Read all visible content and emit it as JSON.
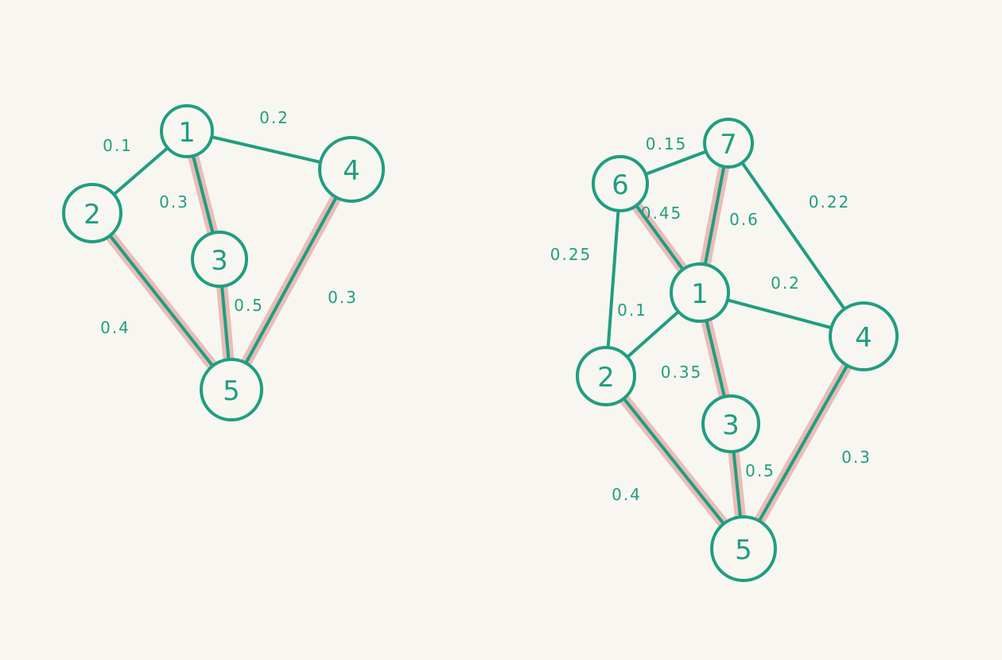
{
  "colors": {
    "background": "#f8f6f1",
    "ink": "#1f9e80",
    "highlight": "#e8b3ad"
  },
  "graphs": [
    {
      "nodes": [
        {
          "id": "1",
          "label": "1"
        },
        {
          "id": "2",
          "label": "2"
        },
        {
          "id": "3",
          "label": "3"
        },
        {
          "id": "4",
          "label": "4"
        },
        {
          "id": "5",
          "label": "5"
        }
      ],
      "edges": [
        {
          "from": "1",
          "to": "2",
          "weight": "0.1",
          "highlighted": false
        },
        {
          "from": "1",
          "to": "4",
          "weight": "0.2",
          "highlighted": false
        },
        {
          "from": "1",
          "to": "3",
          "weight": "0.3",
          "highlighted": true
        },
        {
          "from": "2",
          "to": "5",
          "weight": "0.4",
          "highlighted": true
        },
        {
          "from": "3",
          "to": "5",
          "weight": "0.5",
          "highlighted": true
        },
        {
          "from": "4",
          "to": "5",
          "weight": "0.3",
          "highlighted": true
        }
      ]
    },
    {
      "nodes": [
        {
          "id": "1",
          "label": "1"
        },
        {
          "id": "2",
          "label": "2"
        },
        {
          "id": "3",
          "label": "3"
        },
        {
          "id": "4",
          "label": "4"
        },
        {
          "id": "5",
          "label": "5"
        },
        {
          "id": "6",
          "label": "6"
        },
        {
          "id": "7",
          "label": "7"
        }
      ],
      "edges": [
        {
          "from": "6",
          "to": "7",
          "weight": "0.15",
          "highlighted": false
        },
        {
          "from": "6",
          "to": "1",
          "weight": "0.45",
          "highlighted": true
        },
        {
          "from": "7",
          "to": "1",
          "weight": "0.6",
          "highlighted": true
        },
        {
          "from": "7",
          "to": "4",
          "weight": "0.22",
          "highlighted": false
        },
        {
          "from": "6",
          "to": "2",
          "weight": "0.25",
          "highlighted": false
        },
        {
          "from": "1",
          "to": "2",
          "weight": "0.1",
          "highlighted": false
        },
        {
          "from": "1",
          "to": "4",
          "weight": "0.2",
          "highlighted": false
        },
        {
          "from": "1",
          "to": "3",
          "weight": "0.35",
          "highlighted": true
        },
        {
          "from": "2",
          "to": "5",
          "weight": "0.4",
          "highlighted": true
        },
        {
          "from": "3",
          "to": "5",
          "weight": "0.5",
          "highlighted": true
        },
        {
          "from": "4",
          "to": "5",
          "weight": "0.3",
          "highlighted": true
        }
      ]
    }
  ]
}
